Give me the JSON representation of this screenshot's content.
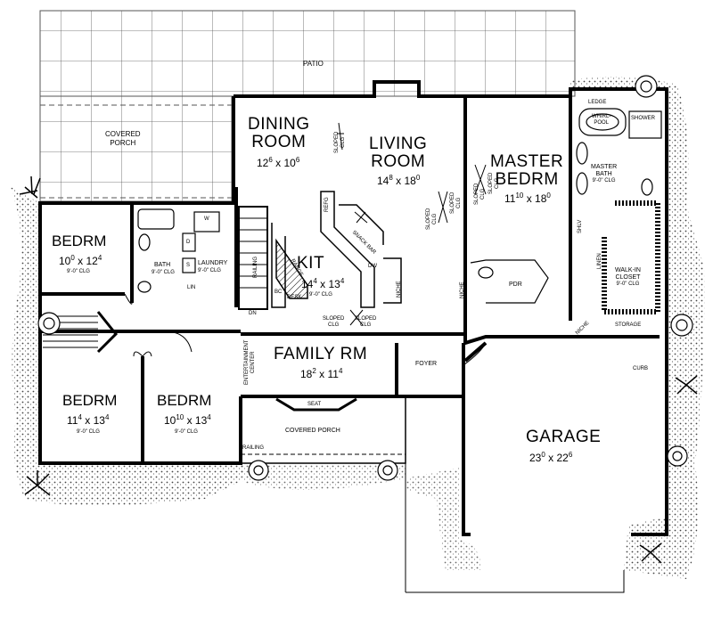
{
  "plan": {
    "patio": "PATIO",
    "covered_porch_rear": [
      "COVERED",
      "PORCH"
    ],
    "dining": {
      "name": [
        "DINING",
        "ROOM"
      ],
      "size": "12",
      "size_a": "6",
      "size_mid": " x 10",
      "size_b": "6"
    },
    "living": {
      "name": [
        "LIVING",
        "ROOM"
      ],
      "size": "14",
      "size_a": "8",
      "size_mid": " x 18",
      "size_b": "0"
    },
    "master": {
      "name": [
        "MASTER",
        "BEDRM"
      ],
      "size": "11",
      "size_a": "10",
      "size_mid": " x 18",
      "size_b": "0"
    },
    "bedrm1": {
      "name": "BEDRM",
      "size": "10",
      "size_a": "0",
      "size_mid": " x 12",
      "size_b": "4",
      "clg": "9'-0\" CLG"
    },
    "bedrm2": {
      "name": "BEDRM",
      "size": "11",
      "size_a": "4",
      "size_mid": " x 13",
      "size_b": "4",
      "clg": "9'-0\" CLG"
    },
    "bedrm3": {
      "name": "BEDRM",
      "size": "10",
      "size_a": "10",
      "size_mid": " x 13",
      "size_b": "4",
      "clg": "9'-0\" CLG"
    },
    "kit": {
      "name": "KIT",
      "size": "14",
      "size_a": "4",
      "size_mid": " x 13",
      "size_b": "4",
      "clg": "9'-0\" CLG"
    },
    "family": {
      "name": "FAMILY RM",
      "size": "18",
      "size_a": "2",
      "size_mid": " x 11",
      "size_b": "4"
    },
    "garage": {
      "name": "GARAGE",
      "size": "23",
      "size_a": "0",
      "size_mid": " x 22",
      "size_b": "6"
    },
    "bath": {
      "name": "BATH",
      "clg": "9'-0\" CLG"
    },
    "laundry": {
      "name": "LAUNDRY",
      "clg": "9'-0\" CLG"
    },
    "lin": "LIN",
    "master_bath": {
      "name": [
        "MASTER",
        "BATH"
      ],
      "clg": "9'-0\" CLG"
    },
    "walkin": {
      "name": [
        "WALK-IN",
        "CLOSET"
      ],
      "clg": "9'-0\" CLG"
    },
    "whirlpool": [
      "WHIRL-",
      "POOL"
    ],
    "shower": "SHOWER",
    "ledge": "LEDGE",
    "linen": "LINEN",
    "shlv": "SHLV",
    "storage": "STORAGE",
    "curb": "CURB",
    "foyer": "FOYER",
    "pdr": "PDR",
    "niche": "NICHE",
    "seat": "SEAT",
    "covered_porch_front": "COVERED PORCH",
    "railing": "RAILING",
    "dn": "DN",
    "desk": "DESK",
    "bc": "BC",
    "range": "RANGE",
    "refg": "REFG",
    "snack_bar": "SNACK BAR",
    "dw": "DW",
    "entertainment": [
      "ENTERTAINMENT",
      "CENTER"
    ],
    "sloped": "SLOPED",
    "clg": "CLG",
    "w": "W",
    "d": "D",
    "s": "S"
  }
}
